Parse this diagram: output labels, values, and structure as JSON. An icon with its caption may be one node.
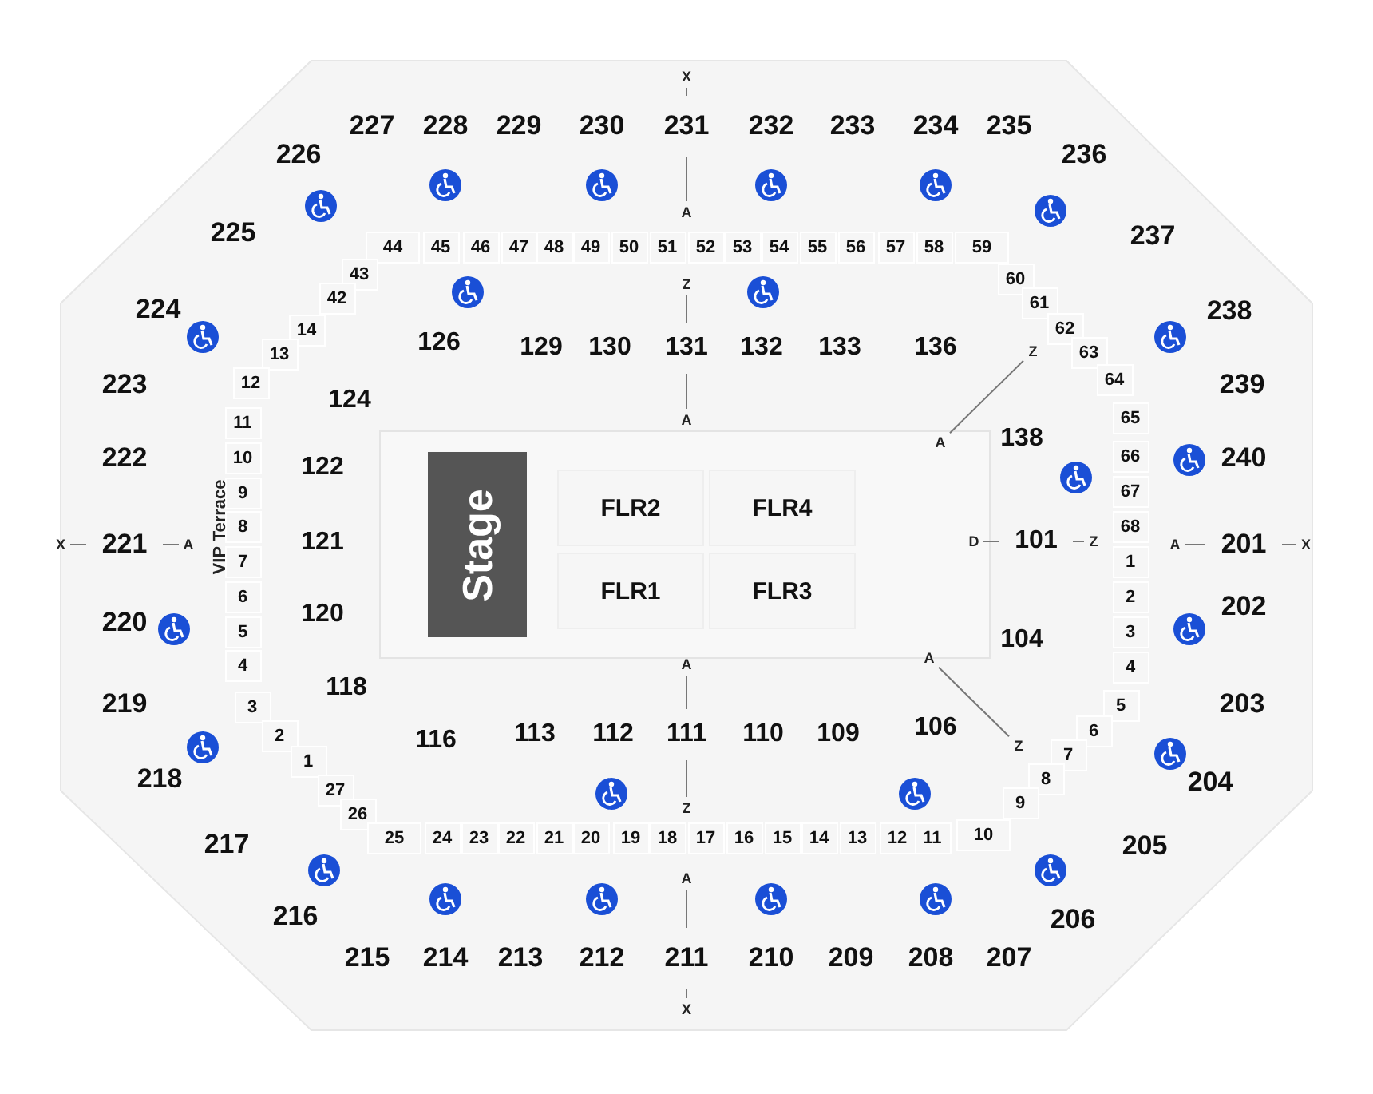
{
  "diagram": {
    "nodes": [
      {
        "text": [
          "227"
        ]
      },
      {
        "text": [
          "228"
        ]
      },
      {
        "text": [
          "229"
        ]
      },
      {
        "text": [
          "230"
        ]
      },
      {
        "text": [
          "231"
        ]
      },
      {
        "text": [
          "232"
        ]
      },
      {
        "text": [
          "233"
        ]
      },
      {
        "text": [
          "234"
        ]
      },
      {
        "text": [
          "235"
        ]
      },
      {
        "text": [
          "226"
        ]
      },
      {
        "text": [
          "236"
        ]
      },
      {
        "text": [
          "225"
        ]
      },
      {
        "text": [
          "237"
        ]
      },
      {
        "text": [
          "44"
        ]
      },
      {
        "text": [
          "45"
        ]
      },
      {
        "text": [
          "46"
        ]
      },
      {
        "text": [
          "47"
        ]
      },
      {
        "text": [
          "48"
        ]
      },
      {
        "text": [
          "49"
        ]
      },
      {
        "text": [
          "50"
        ]
      },
      {
        "text": [
          "51"
        ]
      },
      {
        "text": [
          "52"
        ]
      },
      {
        "text": [
          "53"
        ]
      },
      {
        "text": [
          "54"
        ]
      },
      {
        "text": [
          "55"
        ]
      },
      {
        "text": [
          "56"
        ]
      },
      {
        "text": [
          "57"
        ]
      },
      {
        "text": [
          "58"
        ]
      },
      {
        "text": [
          "59"
        ]
      },
      {
        "text": [
          "43"
        ]
      },
      {
        "text": [
          "60"
        ]
      },
      {
        "text": [
          "42"
        ]
      },
      {
        "text": [
          "61"
        ]
      },
      {
        "text": [
          "224"
        ]
      },
      {
        "text": [
          "238"
        ]
      },
      {
        "text": [
          "14"
        ]
      },
      {
        "text": [
          "62"
        ]
      },
      {
        "text": [
          "126"
        ]
      },
      {
        "text": [
          "129"
        ]
      },
      {
        "text": [
          "130"
        ]
      },
      {
        "text": [
          "131"
        ]
      },
      {
        "text": [
          "132"
        ]
      },
      {
        "text": [
          "133"
        ]
      },
      {
        "text": [
          "136"
        ]
      },
      {
        "text": [
          "13"
        ]
      },
      {
        "text": [
          "63"
        ]
      },
      {
        "text": [
          "64"
        ]
      },
      {
        "text": [
          "12"
        ]
      },
      {
        "text": [
          "223"
        ]
      },
      {
        "text": [
          "239"
        ]
      },
      {
        "text": [
          "124"
        ]
      },
      {
        "text": [
          "11"
        ]
      },
      {
        "text": [
          "65"
        ]
      },
      {
        "text": [
          "138"
        ]
      },
      {
        "text": [
          "222"
        ]
      },
      {
        "text": [
          "10"
        ]
      },
      {
        "text": [
          "122"
        ]
      },
      {
        "text": [
          "66"
        ]
      },
      {
        "text": [
          "240"
        ]
      },
      {
        "text": [
          "9"
        ]
      },
      {
        "text": [
          "67"
        ]
      },
      {
        "text": [
          "Stage"
        ]
      },
      {
        "text": [
          "FLR2"
        ]
      },
      {
        "text": [
          "FLR4"
        ]
      },
      {
        "text": [
          "8"
        ]
      },
      {
        "text": [
          "68"
        ]
      },
      {
        "text": [
          "221"
        ]
      },
      {
        "text": [
          "121"
        ]
      },
      {
        "text": [
          "101"
        ]
      },
      {
        "text": [
          "201"
        ]
      },
      {
        "text": [
          "7"
        ]
      },
      {
        "text": [
          "1"
        ]
      },
      {
        "text": [
          "FLR1"
        ]
      },
      {
        "text": [
          "FLR3"
        ]
      },
      {
        "text": [
          "6"
        ]
      },
      {
        "text": [
          "2"
        ]
      },
      {
        "text": [
          "5"
        ]
      },
      {
        "text": [
          "3"
        ]
      },
      {
        "text": [
          "220"
        ]
      },
      {
        "text": [
          "120"
        ]
      },
      {
        "text": [
          "104"
        ]
      },
      {
        "text": [
          "202"
        ]
      },
      {
        "text": [
          "4"
        ]
      },
      {
        "text": [
          "4"
        ]
      },
      {
        "text": [
          "118"
        ]
      },
      {
        "text": [
          "219"
        ]
      },
      {
        "text": [
          "203"
        ]
      },
      {
        "text": [
          "3"
        ]
      },
      {
        "text": [
          "5"
        ]
      },
      {
        "text": [
          "2"
        ]
      },
      {
        "text": [
          "6"
        ]
      },
      {
        "text": [
          "116"
        ]
      },
      {
        "text": [
          "113"
        ]
      },
      {
        "text": [
          "112"
        ]
      },
      {
        "text": [
          "111"
        ]
      },
      {
        "text": [
          "110"
        ]
      },
      {
        "text": [
          "109"
        ]
      },
      {
        "text": [
          "106"
        ]
      },
      {
        "text": [
          "1"
        ]
      },
      {
        "text": [
          "7"
        ]
      },
      {
        "text": [
          "218"
        ]
      },
      {
        "text": [
          "204"
        ]
      },
      {
        "text": [
          "27"
        ]
      },
      {
        "text": [
          "8"
        ]
      },
      {
        "text": [
          "26"
        ]
      },
      {
        "text": [
          "9"
        ]
      },
      {
        "text": [
          "25"
        ]
      },
      {
        "text": [
          "24"
        ]
      },
      {
        "text": [
          "23"
        ]
      },
      {
        "text": [
          "22"
        ]
      },
      {
        "text": [
          "21"
        ]
      },
      {
        "text": [
          "20"
        ]
      },
      {
        "text": [
          "19"
        ]
      },
      {
        "text": [
          "18"
        ]
      },
      {
        "text": [
          "17"
        ]
      },
      {
        "text": [
          "16"
        ]
      },
      {
        "text": [
          "15"
        ]
      },
      {
        "text": [
          "14"
        ]
      },
      {
        "text": [
          "13"
        ]
      },
      {
        "text": [
          "12"
        ]
      },
      {
        "text": [
          "11"
        ]
      },
      {
        "text": [
          "10"
        ]
      },
      {
        "text": [
          "217"
        ]
      },
      {
        "text": [
          "205"
        ]
      },
      {
        "text": [
          "216"
        ]
      },
      {
        "text": [
          "206"
        ]
      },
      {
        "text": [
          "215"
        ]
      },
      {
        "text": [
          "214"
        ]
      },
      {
        "text": [
          "213"
        ]
      },
      {
        "text": [
          "212"
        ]
      },
      {
        "text": [
          "211"
        ]
      },
      {
        "text": [
          "210"
        ]
      },
      {
        "text": [
          "209"
        ]
      },
      {
        "text": [
          "208"
        ]
      },
      {
        "text": [
          "207"
        ]
      },
      {
        "text": [
          "X"
        ]
      },
      {
        "text": [
          "A"
        ]
      },
      {
        "text": [
          "Z"
        ]
      },
      {
        "text": [
          "A"
        ]
      },
      {
        "text": [
          "X"
        ]
      },
      {
        "text": [
          "A"
        ]
      },
      {
        "text": [
          "D"
        ]
      },
      {
        "text": [
          "Z"
        ]
      },
      {
        "text": [
          "A"
        ]
      },
      {
        "text": [
          "X"
        ]
      },
      {
        "text": [
          "A"
        ]
      },
      {
        "text": [
          "Z"
        ]
      },
      {
        "text": [
          "A"
        ]
      },
      {
        "text": [
          "X"
        ]
      },
      {
        "text": [
          "Z"
        ]
      },
      {
        "text": [
          "A"
        ]
      },
      {
        "text": [
          "A"
        ]
      },
      {
        "text": [
          "Z"
        ]
      }
    ],
    "edges": [
      {
        "from": 135,
        "to": 4,
        "arrow": "none"
      },
      {
        "from": 4,
        "to": 136,
        "arrow": "none"
      },
      {
        "from": 137,
        "to": 40,
        "arrow": "none"
      },
      {
        "from": 40,
        "to": 138,
        "arrow": "none"
      },
      {
        "from": 139,
        "to": 66,
        "arrow": "none"
      },
      {
        "from": 66,
        "to": 140,
        "arrow": "none"
      },
      {
        "from": 141,
        "to": 68,
        "arrow": "none"
      },
      {
        "from": 68,
        "to": 142,
        "arrow": "none"
      },
      {
        "from": 143,
        "to": 69,
        "arrow": "none"
      },
      {
        "from": 69,
        "to": 144,
        "arrow": "none"
      },
      {
        "from": 145,
        "to": 94,
        "arrow": "none"
      },
      {
        "from": 94,
        "to": 146,
        "arrow": "none"
      },
      {
        "from": 147,
        "to": 130,
        "arrow": "none"
      },
      {
        "from": 130,
        "to": 148,
        "arrow": "none"
      },
      {
        "from": 149,
        "to": 150,
        "arrow": "none"
      },
      {
        "from": 151,
        "to": 152,
        "arrow": "none"
      }
    ],
    "labels": [
      "VIP Terrace"
    ]
  }
}
